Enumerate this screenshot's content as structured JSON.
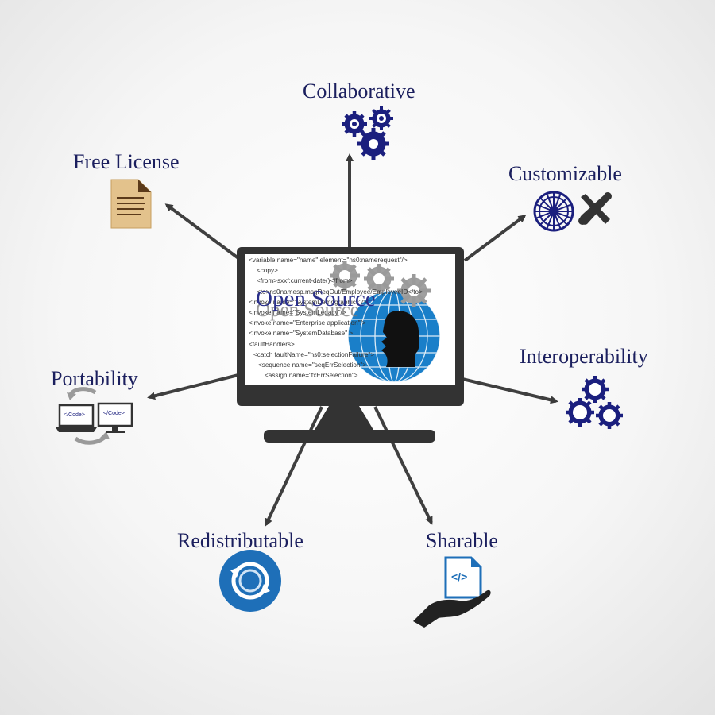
{
  "center": {
    "title": "Open Source",
    "ghost_title": "Open Source",
    "code_lines": [
      "<variable name=\"name\" element=\"ns0:namerequest\"/>",
      "<copy>",
      "<from>sxxf:current-date()</from>",
      "<to>ns0namesp.msgReqOut/Employee/EmployeeID</to>",
      "<invoke name=\"SystemDemographics\"/>",
      "<invoke name=\"SystemLegacy\"/>",
      "<invoke name=\"Enterprise application\"/>",
      "<invoke name=\"SystemDatabase\" >",
      "<faultHandlers>",
      "<catch faultName=\"ns0:selectionFailure\">",
      "<sequence name=\"seqErrSelection\">",
      "<assign name=\"txErrSelection\">"
    ]
  },
  "nodes": {
    "collaborative": "Collaborative",
    "free_license": "Free License",
    "customizable": "Customizable",
    "interoperability": "Interoperability",
    "portability": "Portability",
    "redistributable": "Redistributable",
    "sharable": "Sharable"
  },
  "code_tags": [
    "</Code>",
    "</Code>"
  ],
  "share_code": "</>",
  "colors": {
    "navy": "#1b1f7e",
    "dark": "#333333",
    "globe": "#1a7fc9",
    "paper": "#e3c28c",
    "redist": "#1e6fb8"
  }
}
